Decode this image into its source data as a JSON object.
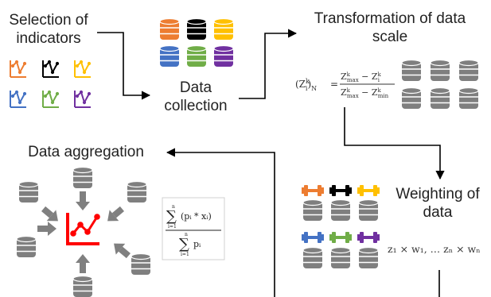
{
  "labels": {
    "selection_line1": "Selection of",
    "selection_line2": "indicators",
    "data_line1": "Data",
    "data_line2": "collection",
    "transform_line1": "Transformation of data",
    "transform_line2": "scale",
    "weighting_line1": "Weighting of",
    "weighting_line2": "data",
    "aggregation": "Data aggregation"
  },
  "formulas": {
    "normalization_lhs": "(Z",
    "normalization_lhs_sup": "k",
    "normalization_lhs_sub": "i",
    "normalization_lhs_close": ")",
    "normalization_lhs_outer_sub": "N",
    "normalization_equals": "=",
    "normalization_num": "Z",
    "normalization_num_sup": "k",
    "normalization_num_sub": "max",
    "normalization_num_minus": " − Z",
    "normalization_num_sup2": "k",
    "normalization_num_sub2": "i",
    "normalization_den": "Z",
    "normalization_den_sup": "k",
    "normalization_den_sub": "max",
    "normalization_den_minus": " − Z",
    "normalization_den_sup2": "k",
    "normalization_den_sub2": "min",
    "weights": "z₁ × w₁, … zₙ × wₙ",
    "aggregation_sum_top": "n",
    "aggregation_sum_bottom": "i=1",
    "aggregation_numerator": "(pᵢ * xᵢ)",
    "aggregation_denominator": "pᵢ"
  },
  "colors": {
    "orange": "#ED7D31",
    "black": "#000000",
    "yellow": "#FFC000",
    "blue": "#4472C4",
    "green": "#70AD47",
    "purple": "#7030A0",
    "gray_db": "#7F7F7F",
    "red": "#FF0000",
    "arrow_gray": "#808080"
  },
  "icons": {
    "indicator": "line-chart-icon",
    "database": "database-icon",
    "dumbbell": "dumbbell-icon",
    "aggregation_chart": "red-line-chart-icon"
  }
}
